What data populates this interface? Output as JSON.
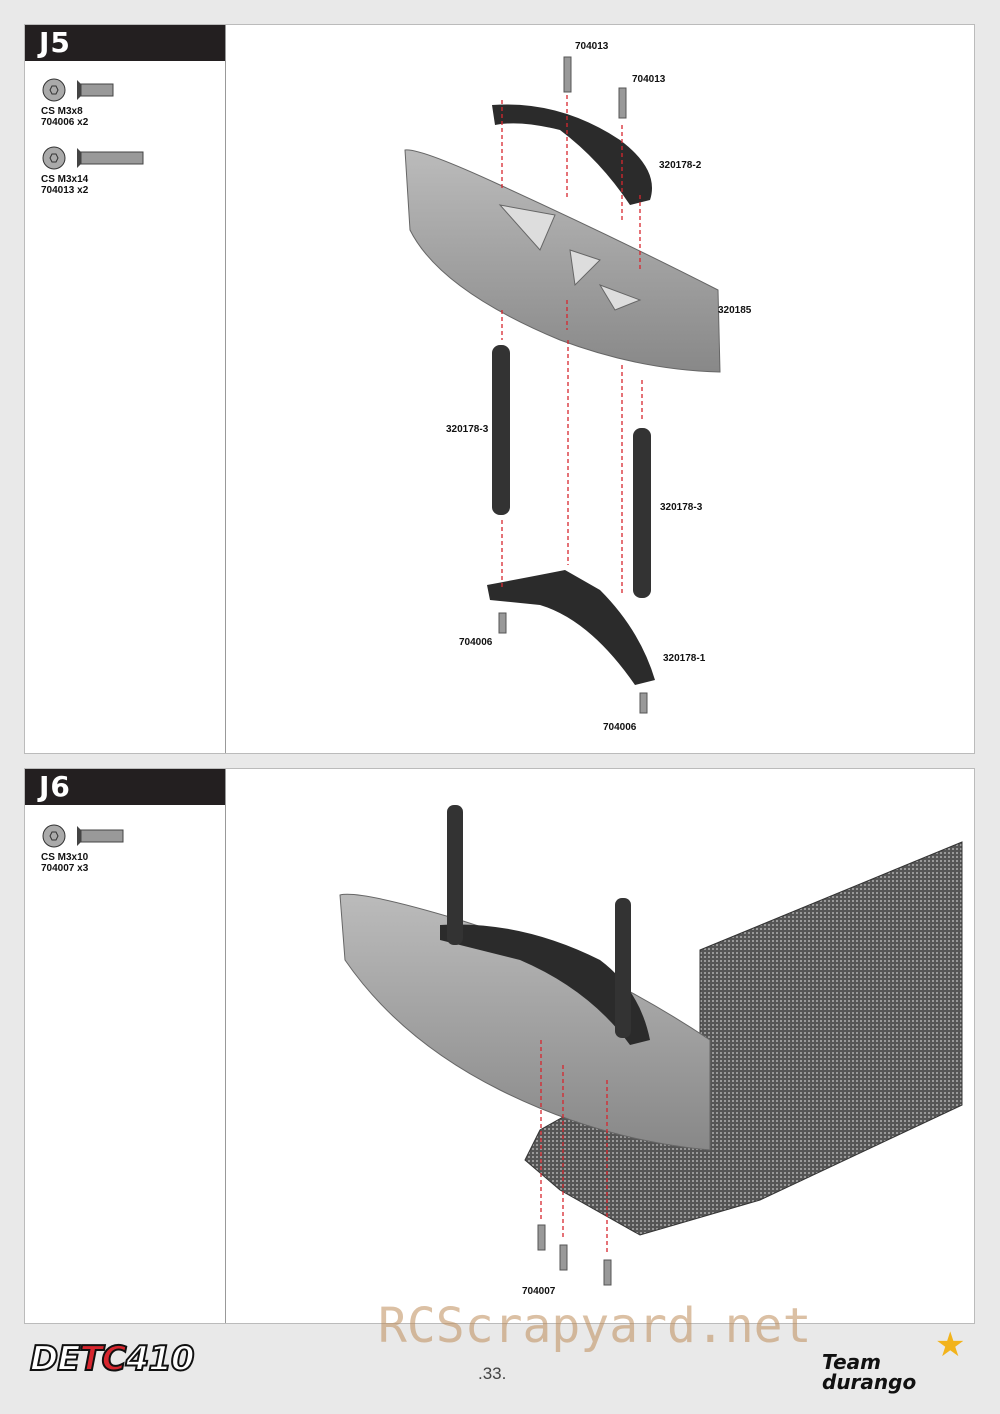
{
  "steps": [
    {
      "id": "J5",
      "parts": [
        {
          "name": "CS M3x8",
          "code": "704006  x2"
        },
        {
          "name": "CS M3x14",
          "code": "704013 x2"
        }
      ],
      "labels": [
        "704013",
        "704013",
        "320178-2",
        "320185",
        "320178-3",
        "320178-3",
        "704006",
        "320178-1",
        "704006"
      ]
    },
    {
      "id": "J6",
      "parts": [
        {
          "name": "CS M3x10",
          "code": "704007 x3"
        }
      ],
      "labels": [
        "704007"
      ]
    }
  ],
  "footer": {
    "page_number": ".33.",
    "brand_logo": "DETC410",
    "maker_logo": "Team durango",
    "watermark": "RCScrapyard.net"
  },
  "colors": {
    "arrow": "#d7262e",
    "header": "#231f20"
  }
}
